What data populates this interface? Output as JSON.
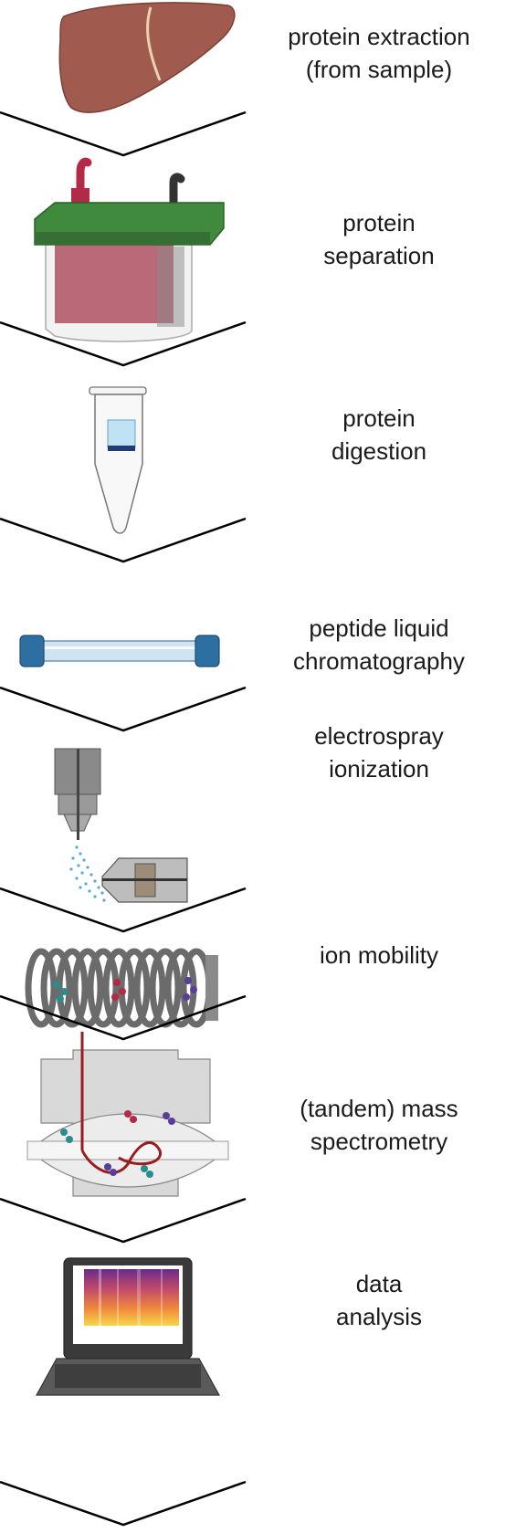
{
  "workflow": {
    "steps": [
      {
        "id": "extraction",
        "icon": "liver-icon",
        "label_lines": [
          "protein extraction",
          "(from sample)"
        ]
      },
      {
        "id": "separation",
        "icon": "gel-electrophoresis-tank-icon",
        "label_lines": [
          "protein",
          "separation"
        ]
      },
      {
        "id": "digestion",
        "icon": "microcentrifuge-tube-icon",
        "label_lines": [
          "protein",
          "digestion"
        ]
      },
      {
        "id": "lc",
        "icon": "chromatography-column-icon",
        "label_lines": [
          "peptide liquid",
          "chromatography"
        ]
      },
      {
        "id": "esi",
        "icon": "electrospray-source-icon",
        "label_lines": [
          "electrospray",
          "ionization"
        ]
      },
      {
        "id": "ims",
        "icon": "ion-mobility-rings-icon",
        "label_lines": [
          "ion mobility"
        ]
      },
      {
        "id": "ms",
        "icon": "ion-trap-icon",
        "label_lines": [
          "(tandem) mass",
          "spectrometry"
        ]
      },
      {
        "id": "analysis",
        "icon": "laptop-heatmap-icon",
        "label_lines": [
          "data",
          "analysis"
        ]
      }
    ]
  },
  "colors": {
    "liver": "#a05a4e",
    "gallbladder": "#7cb96b",
    "gel_lid": "#3f8a3c",
    "gel_body": "#b25a6a",
    "column_cap": "#2d6fa0",
    "column_body": "#cfe3f1",
    "ion_teal": "#2a8c8c",
    "ion_red": "#b22a45",
    "ion_purple": "#5a3c9a",
    "beam": "#9a1d1d",
    "metal": "#b9b9b9",
    "chevron": "#000000"
  }
}
